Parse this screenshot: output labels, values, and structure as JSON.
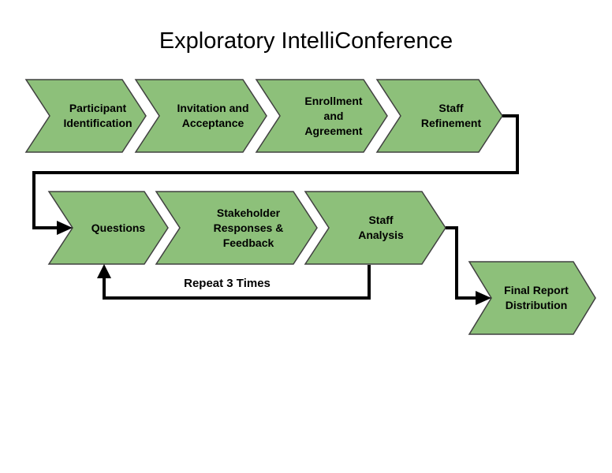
{
  "title": "Exploratory IntelliConference",
  "colors": {
    "background": "#FFFFFF",
    "node_fill": "#8DC07A",
    "node_border": "#404040",
    "connector": "#000000",
    "text": "#000000"
  },
  "nodes": [
    {
      "id": "participant-identification",
      "label": "Participant Identification",
      "lines": [
        "Participant",
        "Identification"
      ]
    },
    {
      "id": "invitation-acceptance",
      "label": "Invitation and Acceptance",
      "lines": [
        "Invitation and",
        "Acceptance"
      ]
    },
    {
      "id": "enrollment-agreement",
      "label": "Enrollment and Agreement",
      "lines": [
        "Enrollment",
        "and",
        "Agreement"
      ]
    },
    {
      "id": "staff-refinement",
      "label": "Staff Refinement",
      "lines": [
        "Staff",
        "Refinement"
      ]
    },
    {
      "id": "questions",
      "label": "Questions",
      "lines": [
        "Questions"
      ]
    },
    {
      "id": "stakeholder-responses-feedback",
      "label": "Stakeholder Responses & Feedback",
      "lines": [
        "Stakeholder",
        "Responses &",
        "Feedback"
      ]
    },
    {
      "id": "staff-analysis",
      "label": "Staff Analysis",
      "lines": [
        "Staff",
        "Analysis"
      ]
    },
    {
      "id": "final-report-distribution",
      "label": "Final Report Distribution",
      "lines": [
        "Final Report",
        "Distribution"
      ]
    }
  ],
  "annotations": {
    "repeat_label": "Repeat 3 Times"
  }
}
